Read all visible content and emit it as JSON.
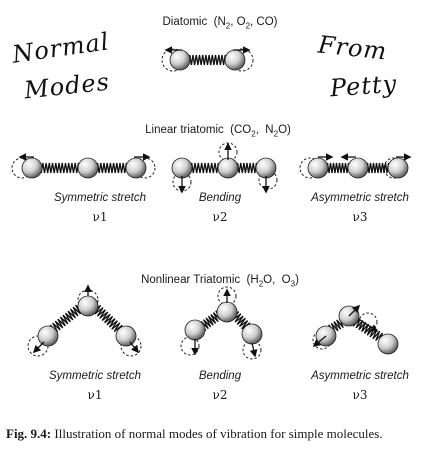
{
  "annotations": {
    "left_line1": "Normal",
    "left_line2": "Modes",
    "right_line1": "From",
    "right_line2": "Petty"
  },
  "sections": {
    "diatomic": {
      "title": "Diatomic",
      "formulas": "(N2, O2, CO)"
    },
    "linear": {
      "title": "Linear triatomic",
      "formulas": "(CO2, N2O)",
      "modes": [
        {
          "name": "Symmetric stretch",
          "symbol": "ν1"
        },
        {
          "name": "Bending",
          "symbol": "ν2"
        },
        {
          "name": "Asymmetric stretch",
          "symbol": "ν3"
        }
      ]
    },
    "nonlinear": {
      "title": "Nonlinear Triatomic",
      "formulas": "(H2O, O3)",
      "modes": [
        {
          "name": "Symmetric stretch",
          "symbol": "ν1"
        },
        {
          "name": "Bending",
          "symbol": "ν2"
        },
        {
          "name": "Asymmetric stretch",
          "symbol": "ν3"
        }
      ]
    }
  },
  "caption": {
    "label": "Fig. 9.4:",
    "text": " Illustration of normal modes of vibration for simple molecules."
  }
}
